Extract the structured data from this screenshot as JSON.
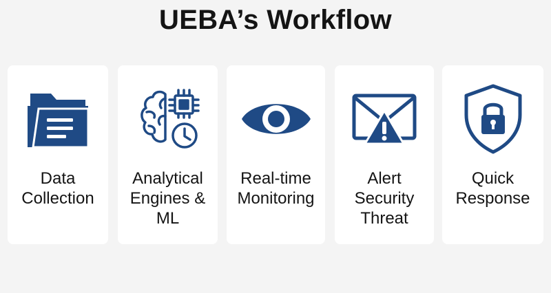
{
  "title": "UEBA’s Workflow",
  "colors": {
    "icon": "#1f4a85",
    "background": "#f4f4f4",
    "card": "#ffffff",
    "text": "#141414"
  },
  "steps": [
    {
      "icon": "folder-icon",
      "label": "Data\nCollection"
    },
    {
      "icon": "brain-chip-clock-icon",
      "label": "Analytical\nEngines &\nML"
    },
    {
      "icon": "eye-icon",
      "label": "Real-time\nMonitoring"
    },
    {
      "icon": "envelope-warning-icon",
      "label": "Alert\nSecurity\nThreat"
    },
    {
      "icon": "shield-lock-icon",
      "label": "Quick\nResponse"
    }
  ]
}
